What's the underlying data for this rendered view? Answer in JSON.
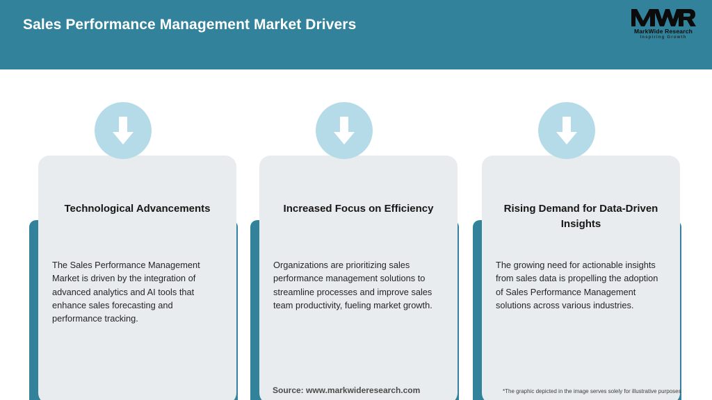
{
  "header": {
    "title": "Sales Performance Management Market Drivers",
    "background_color": "#31829a",
    "logo": {
      "mark": "MWR",
      "name": "MarkWide Research",
      "tagline": "Inspiring Growth"
    }
  },
  "theme": {
    "teal": "#31829a",
    "card_bg": "#e8ecee",
    "icon_circle": "#b5dbe9",
    "icon_arrow": "#ffffff",
    "title_color": "#171717",
    "body_color": "#242424"
  },
  "cards": [
    {
      "icon": "arrow-down-icon",
      "title": "Technological Advancements",
      "body": "The Sales Performance Management Market is driven by the integration of advanced analytics and AI tools that enhance sales forecasting and performance tracking."
    },
    {
      "icon": "arrow-down-icon",
      "title": "Increased Focus on Efficiency",
      "body": "Organizations are prioritizing sales performance management solutions to streamline processes and improve sales team productivity, fueling market growth."
    },
    {
      "icon": "arrow-down-icon",
      "title": "Rising Demand for Data-Driven Insights",
      "body": "The growing need for actionable insights from sales data is propelling the adoption of Sales Performance Management solutions across various industries."
    }
  ],
  "footer": {
    "source": "Source: www.markwideresearch.com",
    "disclaimer": "*The graphic depicted in the image serves solely for illustrative purposes"
  }
}
